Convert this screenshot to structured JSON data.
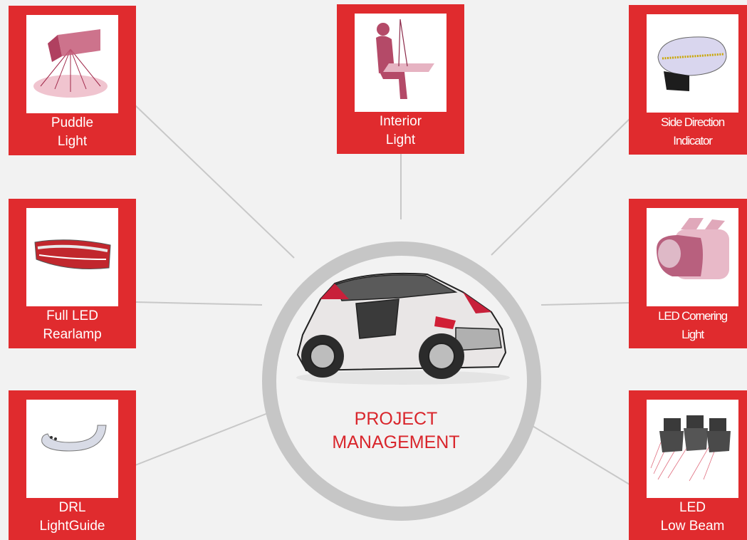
{
  "hub": {
    "label": "PROJECT\nMANAGEMENT",
    "image": "suv-car-sketch"
  },
  "nodes": [
    {
      "id": "puddle",
      "label": "Puddle\nLight",
      "image": "puddle-light-projection"
    },
    {
      "id": "interior",
      "label": "Interior\nLight",
      "image": "seated-figure-interior-light"
    },
    {
      "id": "side",
      "label": "Side Direction\nIndicator",
      "image": "side-mirror-indicator"
    },
    {
      "id": "rear",
      "label": "Full LED\nRearlamp",
      "image": "led-rearlamp"
    },
    {
      "id": "cornering",
      "label": "LED Cornering\nLight",
      "image": "cornering-lamp-module"
    },
    {
      "id": "drl",
      "label": "DRL\nLightGuide",
      "image": "curved-light-guide"
    },
    {
      "id": "lowbeam",
      "label": "LED\nLow Beam",
      "image": "low-beam-modules"
    }
  ],
  "colors": {
    "accent": "#e02b2e",
    "hub_text": "#d9262c",
    "ring": "#c6c6c6",
    "connector": "#c8c8c8",
    "background": "#f2f2f2"
  }
}
